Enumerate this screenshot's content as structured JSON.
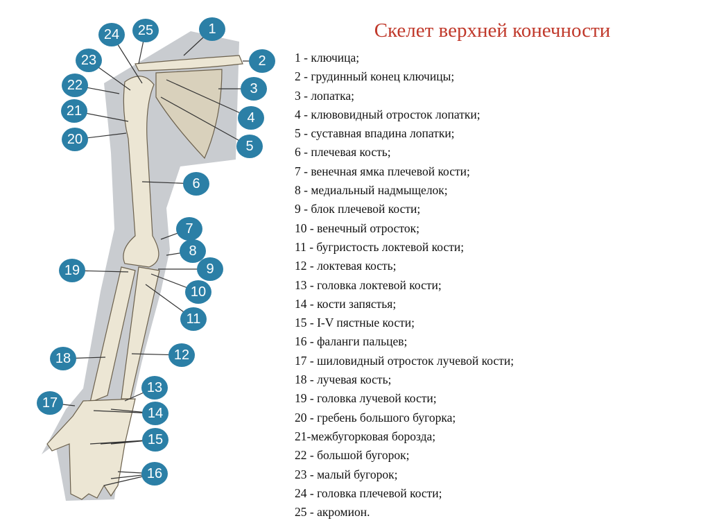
{
  "title": "Скелет верхней конечности",
  "legend": [
    "1 - ключица;",
    "2 - грудинный конец ключицы;",
    "3 - лопатка;",
    "4 - клювовидный отросток лопатки;",
    "5 - суставная впадина лопатки;",
    "6 - плечевая кость;",
    "7 - венечная ямка плечевой кости;",
    "8 - медиальный надмыщелок;",
    "9 - блок плечевой кости;",
    "10 - венечный отросток;",
    "11 - бугристость локтевой кости;",
    "12 - локтевая кость;",
    "13 - головка локтевой кости;",
    "14 - кости запястья;",
    "15 - I-V пястные кости;",
    "16 - фаланги пальцев;",
    "17 - шиловидный отросток лучевой кости;",
    "18 - лучевая кость;",
    "19 - головка лучевой кости;",
    "20 - гребень большого бугорка;",
    "21-межбугорковая борозда;",
    "22 - большой бугорок;",
    "23 - малый бугорок;",
    "24 - головка плечевой кости;",
    "25 - акромион."
  ],
  "badges": [
    "1",
    "2",
    "3",
    "4",
    "5",
    "6",
    "7",
    "8",
    "9",
    "10",
    "11",
    "12",
    "13",
    "14",
    "15",
    "16",
    "17",
    "18",
    "19",
    "20",
    "21",
    "22",
    "23",
    "24",
    "25"
  ],
  "colors": {
    "badge": "#2b7fa6",
    "title": "#c0392b",
    "silhouette": "#c9ccd0",
    "bone": "#ece6d4"
  }
}
